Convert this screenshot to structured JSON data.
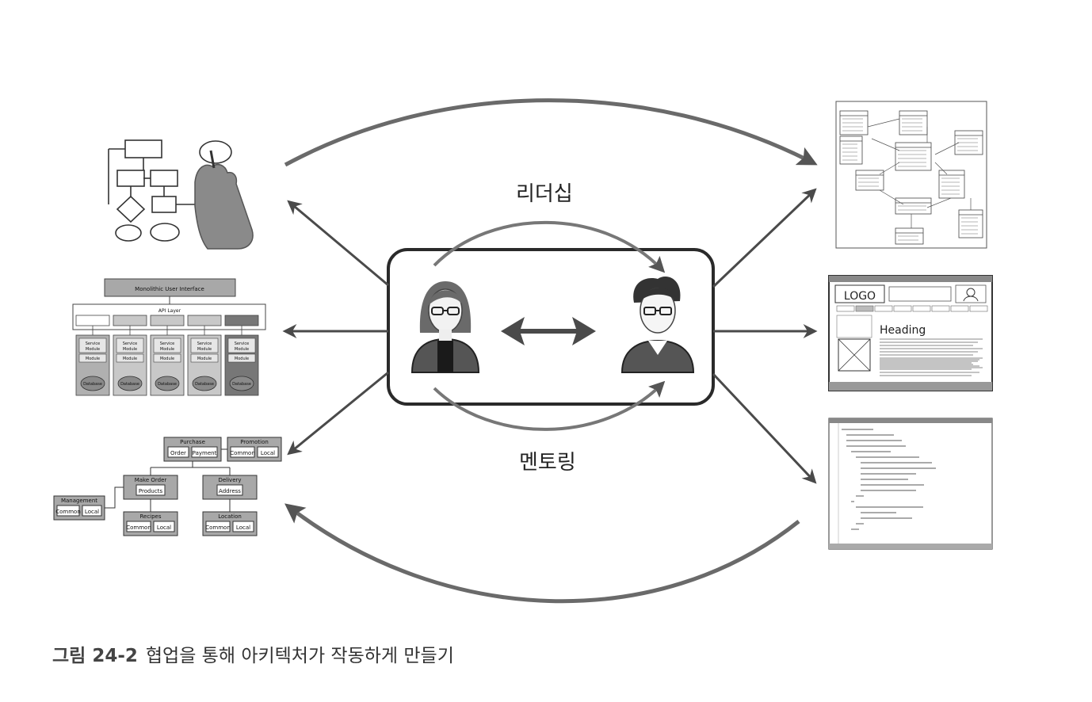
{
  "labels": {
    "leadership": "리더십",
    "mentoring": "멘토링"
  },
  "left_panels": {
    "layered_arch": {
      "top": "Monolithic User Interface",
      "api": "API Layer",
      "service": "Service",
      "module": "Module",
      "database": "Database"
    },
    "domain_map": {
      "purchase": "Purchase",
      "order": "Order",
      "payment": "Payment",
      "promotion": "Promotion",
      "common": "Common",
      "local": "Local",
      "make_order": "Make Order",
      "products": "Products",
      "delivery": "Delivery",
      "address": "Address",
      "management": "Management",
      "recipes": "Recipes",
      "location": "Location"
    }
  },
  "right_panels": {
    "wireframe": {
      "logo": "LOGO",
      "heading": "Heading"
    }
  },
  "caption": {
    "figure": "그림 24-2",
    "text": "협업을 통해 아키텍처가 작동하게 만들기"
  },
  "colors": {
    "stroke": "#3a3a3a",
    "arrow": "#505050",
    "panel_gray": "#9a9a9a",
    "dark_gray": "#555555",
    "light_gray": "#d8d8d8"
  },
  "icons": [
    "woman-avatar-icon",
    "man-avatar-icon",
    "double-arrow-icon",
    "hand-drawing-icon"
  ]
}
